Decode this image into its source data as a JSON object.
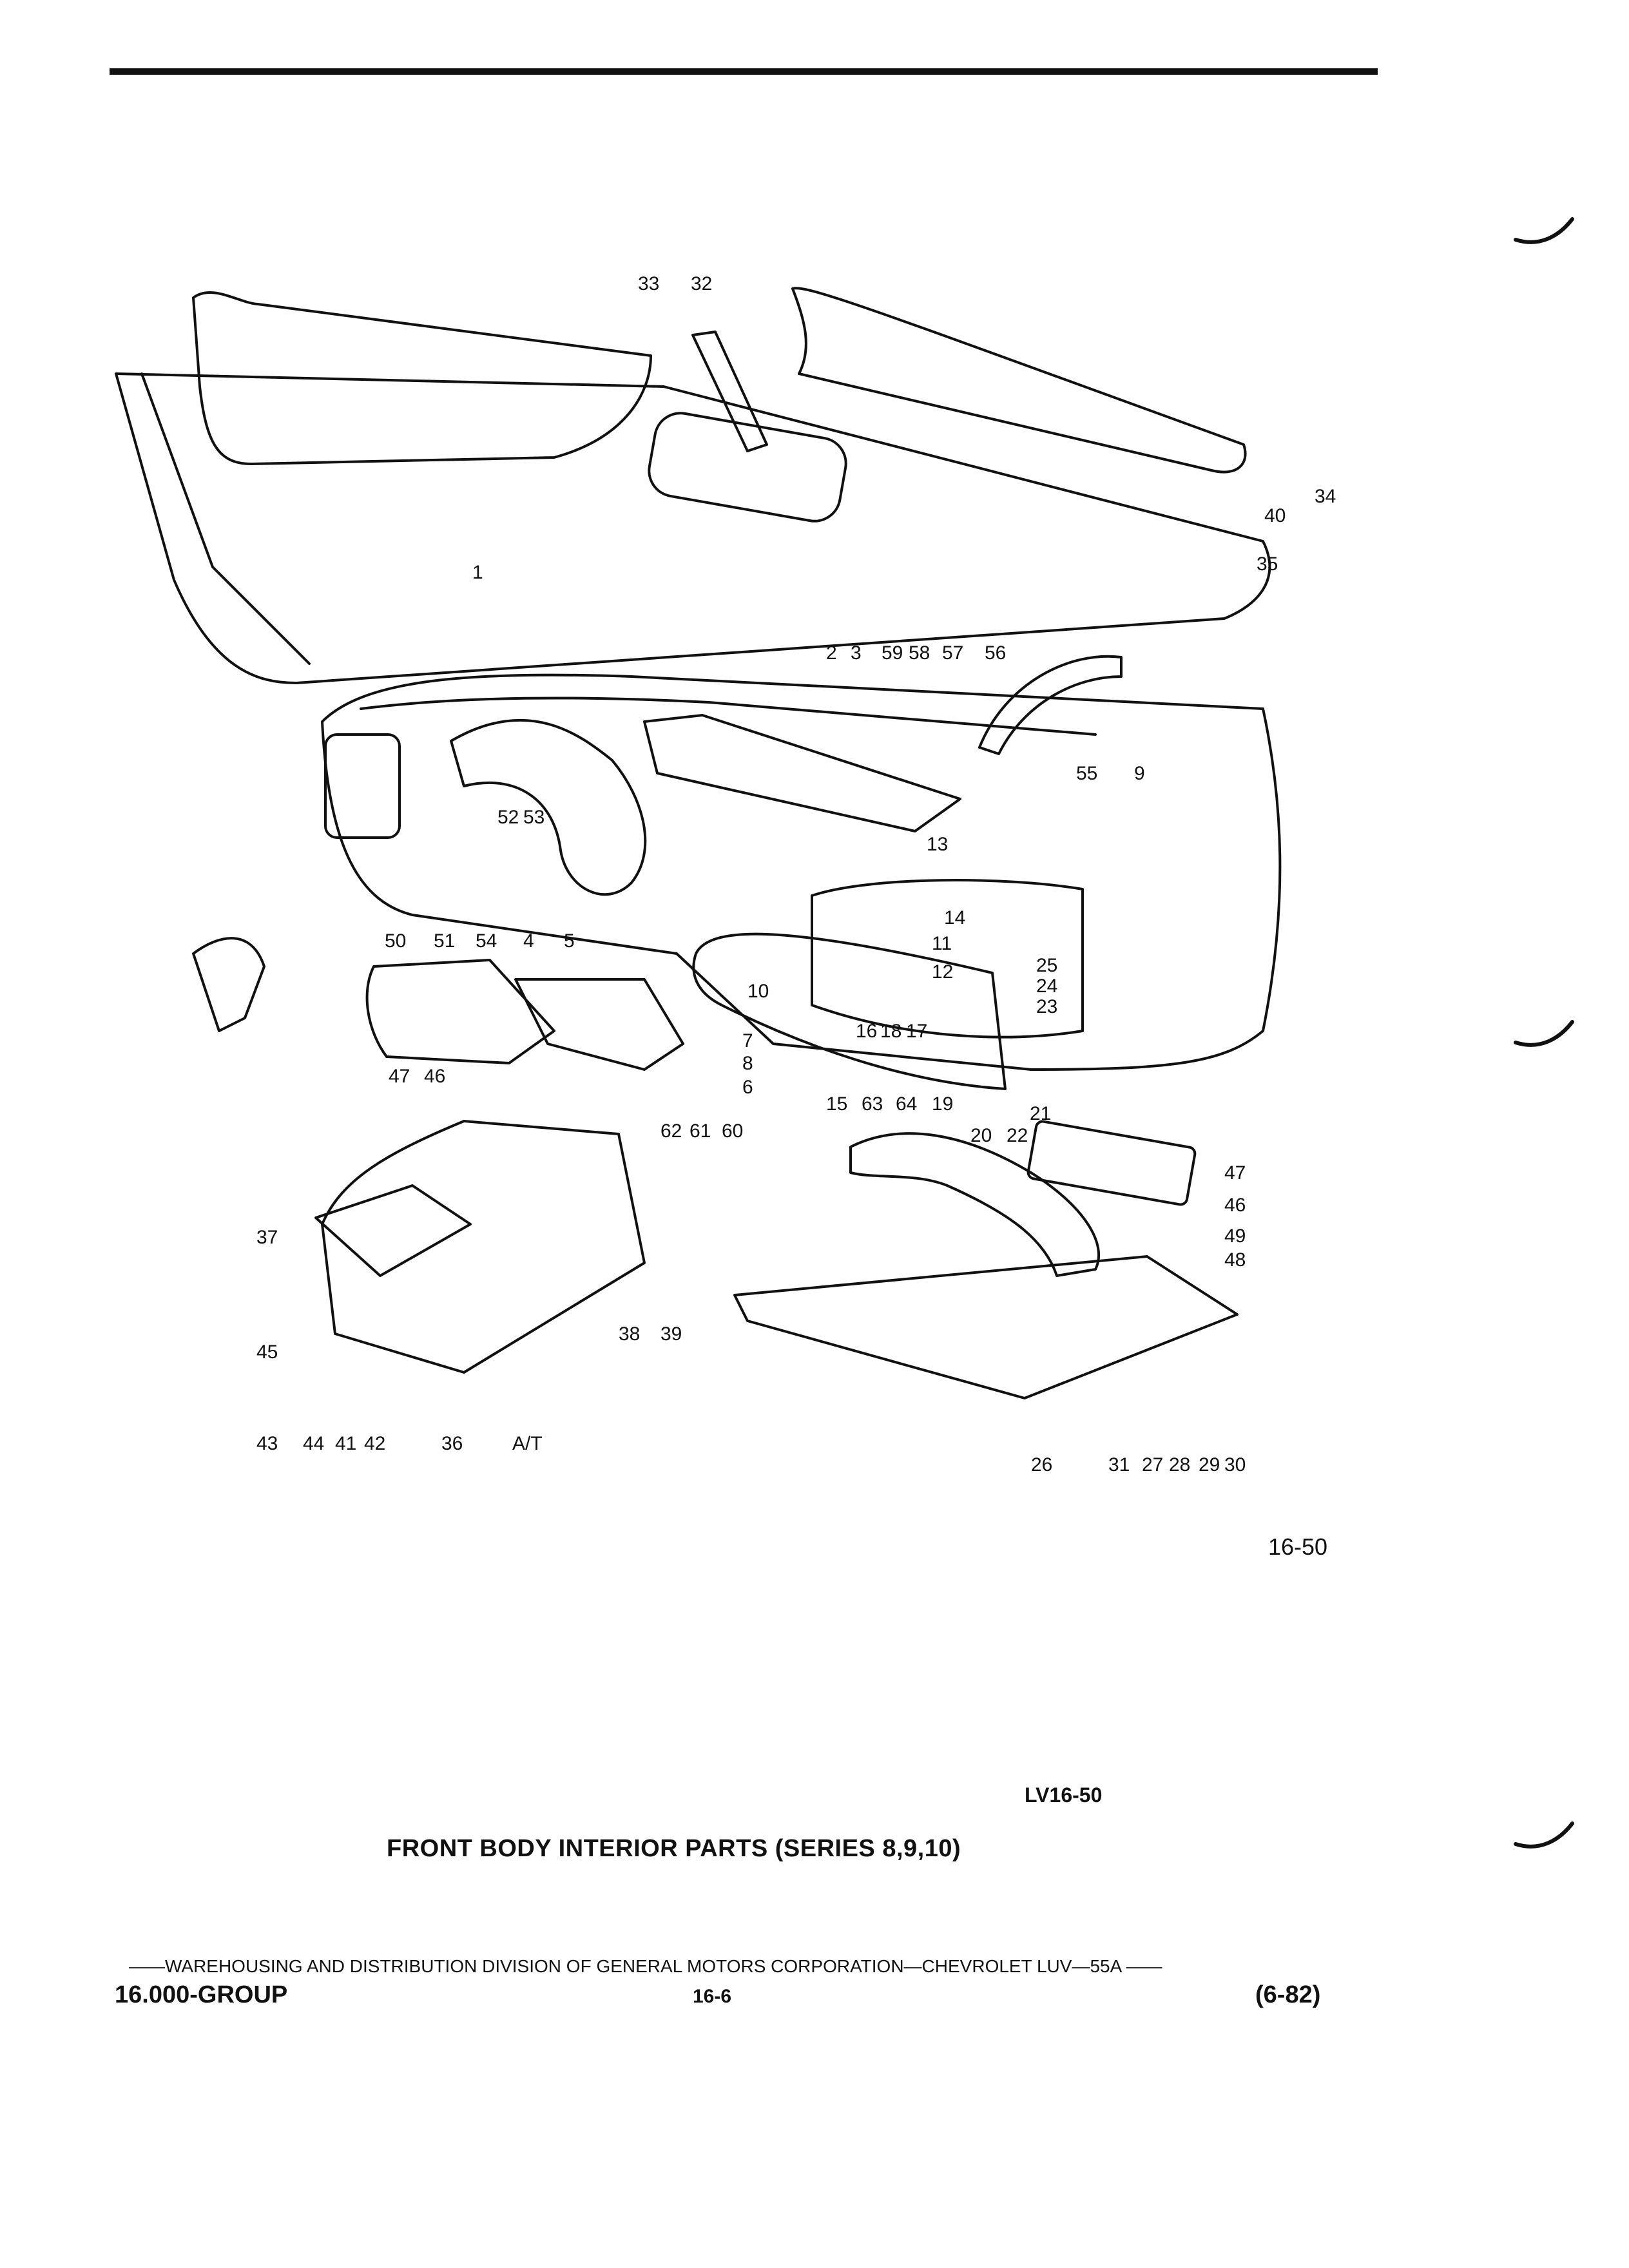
{
  "figure_id": "16-50",
  "image_code": "LV16-50",
  "caption": "FRONT BODY INTERIOR PARTS (SERIES 8,9,10)",
  "footer": {
    "line": "——WAREHOUSING AND DISTRIBUTION  DIVISION OF GENERAL MOTORS CORPORATION—CHEVROLET LUV—55A  ——",
    "group": "16.000-GROUP",
    "page": "16-6",
    "date": "(6-82)"
  },
  "annotation_at": "A/T",
  "callouts": [
    "33",
    "32",
    "34",
    "40",
    "35",
    "1",
    "2",
    "3",
    "59",
    "58",
    "57",
    "56",
    "55",
    "9",
    "52",
    "53",
    "13",
    "14",
    "11",
    "12",
    "25",
    "24",
    "23",
    "10",
    "16",
    "18",
    "17",
    "50",
    "51",
    "54",
    "4",
    "5",
    "7",
    "8",
    "6",
    "47",
    "46",
    "15",
    "63",
    "64",
    "19",
    "21",
    "20",
    "22",
    "62",
    "61",
    "60",
    "37",
    "47",
    "46",
    "49",
    "48",
    "38",
    "39",
    "45",
    "43",
    "44",
    "41",
    "42",
    "36",
    "26",
    "31",
    "27",
    "28",
    "29",
    "30"
  ]
}
